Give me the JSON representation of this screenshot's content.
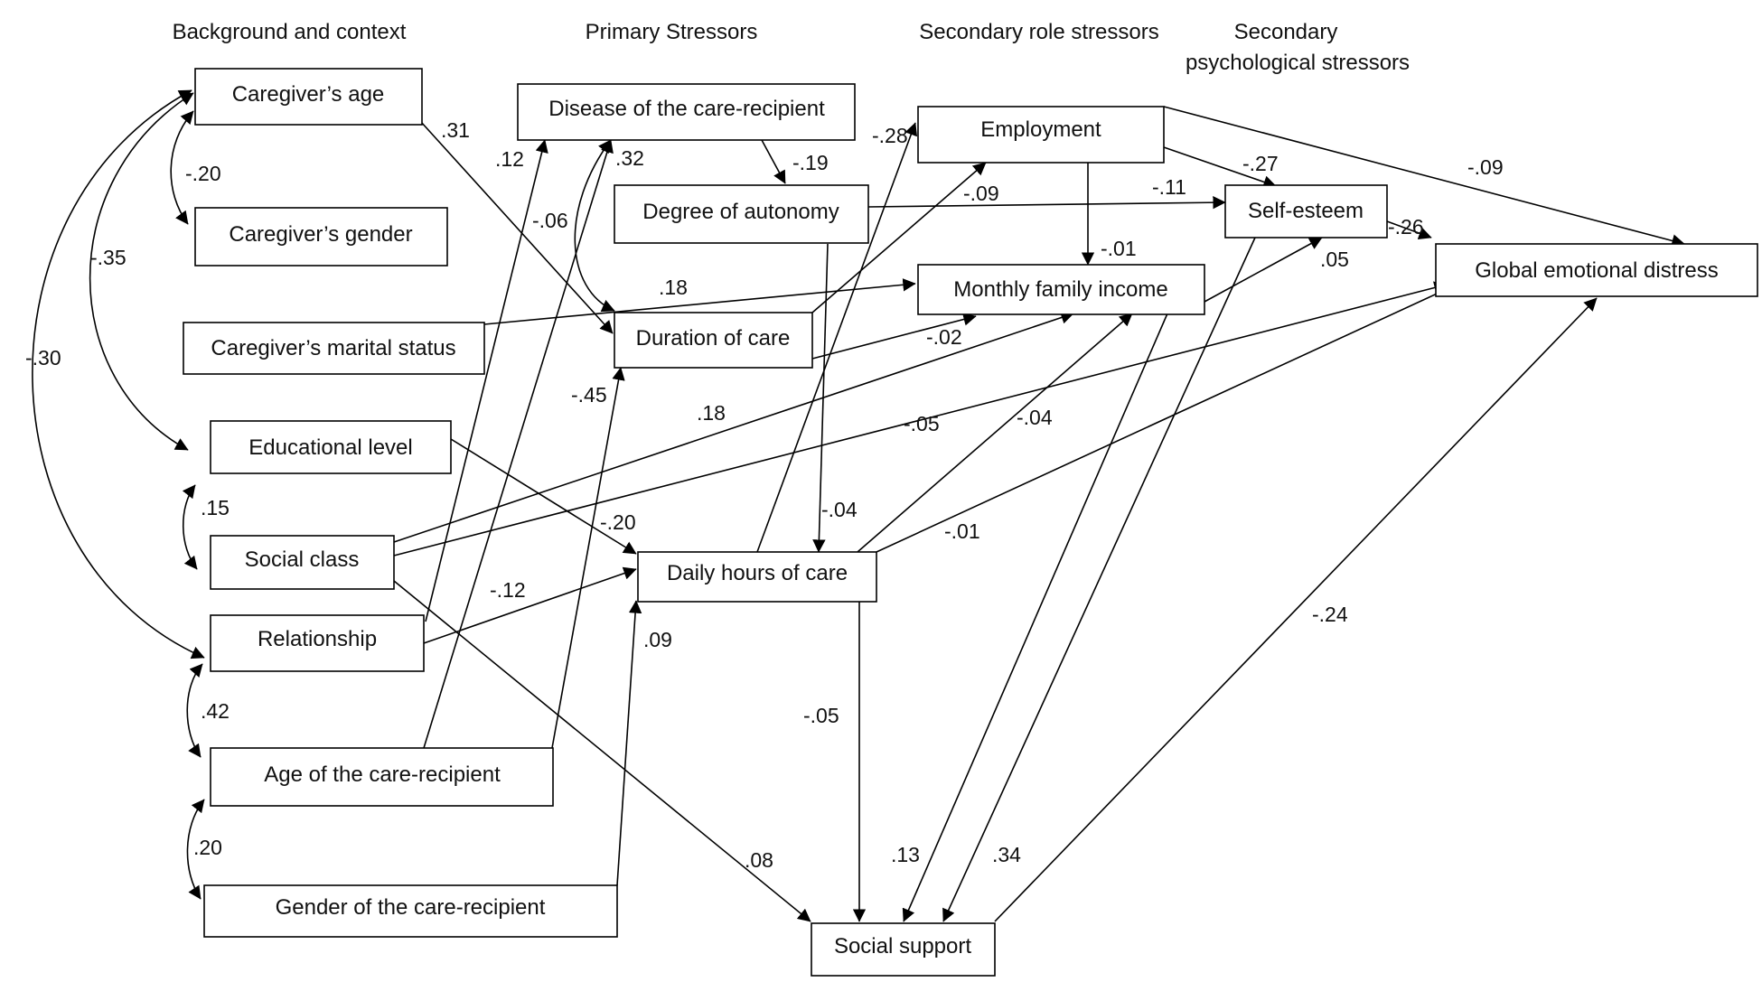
{
  "headers": {
    "background": "Background and context",
    "primary": "Primary Stressors",
    "secondary_role": "Secondary role stressors",
    "secondary_psych_line1": "Secondary",
    "secondary_psych_line2": "psychological stressors"
  },
  "nodes": {
    "caregiver_age": "Caregiver’s age",
    "caregiver_gender": "Caregiver’s gender",
    "marital_status": "Caregiver’s marital status",
    "educational_level": "Educational level",
    "social_class": "Social class",
    "relationship": "Relationship",
    "age_care_recipient": "Age of the care-recipient",
    "gender_care_recipient": "Gender of the care-recipient",
    "disease": "Disease of the care-recipient",
    "autonomy": "Degree of autonomy",
    "duration": "Duration of care",
    "daily_hours": "Daily hours of care",
    "employment": "Employment",
    "income": "Monthly family income",
    "self_esteem": "Self-esteem",
    "social_support": "Social support",
    "distress": "Global emotional distress"
  },
  "coefficients": {
    "c_20a": "-.20",
    "c_35": "-.35",
    "c_30": "-.30",
    "c_15": ".15",
    "c_42": ".42",
    "c_20b": ".20",
    "c_31": ".31",
    "c_12a": ".12",
    "c_32": ".32",
    "c_06": "-.06",
    "c_19": "-.19",
    "c_28": "-.28",
    "c_09a": "-.09",
    "c_11": "-.11",
    "c_27": "-.27",
    "c_09b": "-.09",
    "c_01a": "-.01",
    "c_26": "-.26",
    "c_05a": ".05",
    "c_18a": ".18",
    "c_02": "-.02",
    "c_45": "-.45",
    "c_18b": ".18",
    "c_05b": "-.05",
    "c_04a": "-.04",
    "c_04b": "-.04",
    "c_20c": "-.20",
    "c_01b": "-.01",
    "c_12b": "-.12",
    "c_09c": ".09",
    "c_05c": "-.05",
    "c_24": "-.24",
    "c_08": ".08",
    "c_13": ".13",
    "c_34": ".34"
  }
}
